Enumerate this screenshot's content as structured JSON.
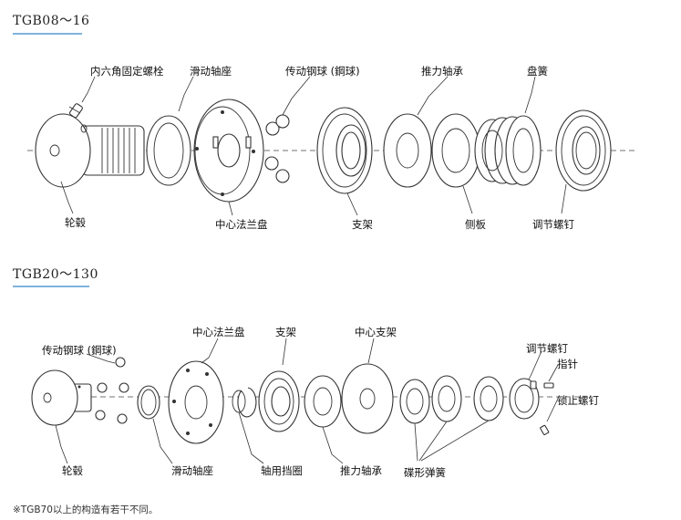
{
  "sections": [
    {
      "title": "TGB08～16",
      "labels": [
        "内六角固定螺栓",
        "滑动轴座",
        "传动钢球 (鋼球)",
        "推力轴承",
        "盘簧",
        "轮毂",
        "中心法兰盘",
        "支架",
        "侧板",
        "调节螺钉"
      ]
    },
    {
      "title": "TGB20～130",
      "labels": [
        "中心法兰盘",
        "支架",
        "中心支架",
        "传动钢球 (鋼球)",
        "调节螺钉",
        "指针",
        "锁止螺钉",
        "轮毂",
        "滑动轴座",
        "轴用挡圈",
        "推力轴承",
        "碟形弹簧"
      ]
    }
  ],
  "note": "※TGB70以上的构造有若干不同。",
  "colors": {
    "line": "#333333",
    "underline": "#7fb4e0",
    "fill": "#ffffff"
  }
}
